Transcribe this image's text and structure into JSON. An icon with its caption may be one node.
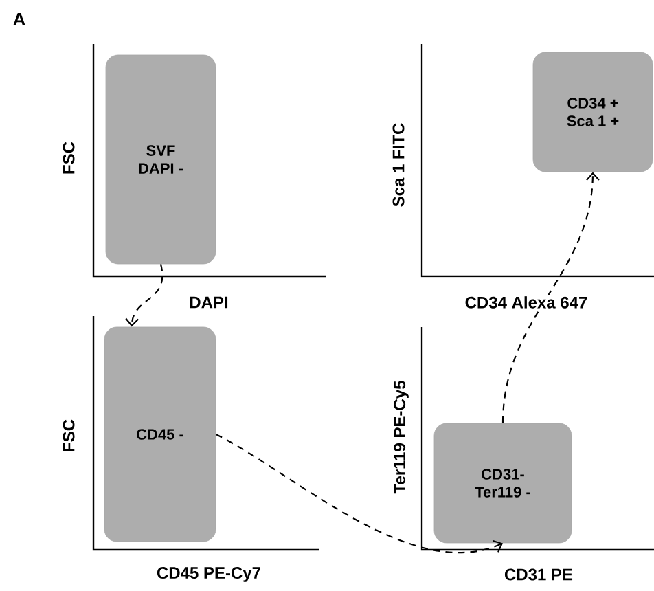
{
  "diagram": {
    "nodes": [
      {
        "text": [
          "SVF DAPI -"
        ]
      },
      {
        "text": [
          "CD34 + Sca 1 +"
        ]
      },
      {
        "text": [
          "CD45 -"
        ]
      },
      {
        "text": [
          "CD31- Ter119 -"
        ]
      }
    ],
    "edges": [
      {
        "from": 0,
        "to": 2,
        "arrow": "to",
        "style": "dashed"
      },
      {
        "from": 2,
        "to": 3,
        "arrow": "to",
        "style": "dashed"
      },
      {
        "from": 3,
        "to": 1,
        "arrow": "to",
        "style": "dashed"
      }
    ],
    "labels": [
      "A",
      "FSC",
      "DAPI",
      "Sca 1 FITC",
      "CD34 Alexa 647",
      "FSC",
      "CD45 PE-Cy7",
      "Ter119 PE-Cy5",
      "CD31 PE"
    ]
  }
}
